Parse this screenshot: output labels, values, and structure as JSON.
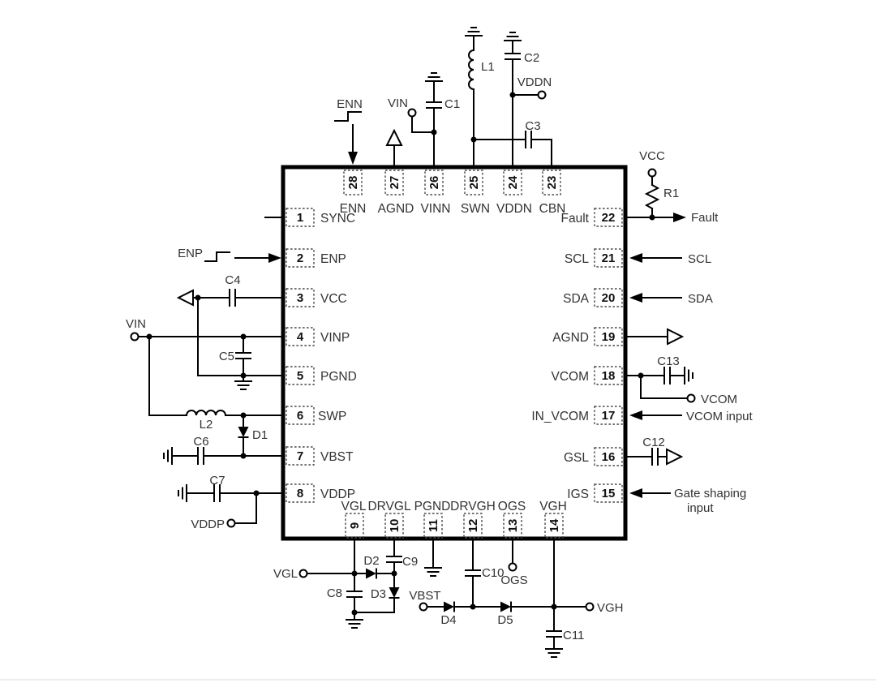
{
  "ic": {
    "pins": {
      "top": [
        {
          "num": "28",
          "name": "ENN"
        },
        {
          "num": "27",
          "name": "AGND"
        },
        {
          "num": "26",
          "name": "VINN"
        },
        {
          "num": "25",
          "name": "SWN"
        },
        {
          "num": "24",
          "name": "VDDN"
        },
        {
          "num": "23",
          "name": "CBN"
        }
      ],
      "bottom": [
        {
          "num": "9",
          "name": "VGL"
        },
        {
          "num": "10",
          "name": "DRVGL"
        },
        {
          "num": "11",
          "name": "PGND"
        },
        {
          "num": "12",
          "name": "DRVGH"
        },
        {
          "num": "13",
          "name": "OGS"
        },
        {
          "num": "14",
          "name": "VGH"
        }
      ],
      "left": [
        {
          "num": "1",
          "name": "SYNC"
        },
        {
          "num": "2",
          "name": "ENP"
        },
        {
          "num": "3",
          "name": "VCC"
        },
        {
          "num": "4",
          "name": "VINP"
        },
        {
          "num": "5",
          "name": "PGND"
        },
        {
          "num": "6",
          "name": "SWP"
        },
        {
          "num": "7",
          "name": "VBST"
        },
        {
          "num": "8",
          "name": "VDDP"
        }
      ],
      "right": [
        {
          "num": "22",
          "name": "Fault"
        },
        {
          "num": "21",
          "name": "SCL"
        },
        {
          "num": "20",
          "name": "SDA"
        },
        {
          "num": "19",
          "name": "AGND"
        },
        {
          "num": "18",
          "name": "VCOM"
        },
        {
          "num": "17",
          "name": "IN_VCOM"
        },
        {
          "num": "16",
          "name": "GSL"
        },
        {
          "num": "15",
          "name": "IGS"
        }
      ]
    }
  },
  "components": {
    "l1": "L1",
    "l2": "L2",
    "r1": "R1",
    "c1": "C1",
    "c2": "C2",
    "c3": "C3",
    "c4": "C4",
    "c5": "C5",
    "c6": "C6",
    "c7": "C7",
    "c8": "C8",
    "c9": "C9",
    "c10": "C10",
    "c11": "C11",
    "c12": "C12",
    "c13": "C13",
    "d1": "D1",
    "d2": "D2",
    "d3": "D3",
    "d4": "D4",
    "d5": "D5"
  },
  "signals": {
    "enn": "ENN",
    "vin_top": "VIN",
    "vddn": "VDDN",
    "vcc": "VCC",
    "fault": "Fault",
    "scl": "SCL",
    "sda": "SDA",
    "vcom": "VCOM",
    "vcom_input": "VCOM input",
    "gate_shaping_line1": "Gate shaping",
    "gate_shaping_line2": "input",
    "enp": "ENP",
    "vin_left": "VIN",
    "vddp": "VDDP",
    "vgl": "VGL",
    "vbst": "VBST",
    "vgh": "VGH",
    "ogs": "OGS"
  },
  "colors": {
    "line": "#000000",
    "text": "#333333",
    "pin_number": "#111111",
    "pin_box_border": "#4a4a4a",
    "background": "#ffffff",
    "bottom_rule": "#ededed"
  }
}
